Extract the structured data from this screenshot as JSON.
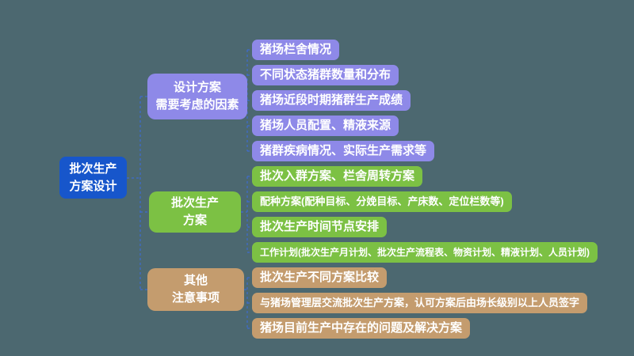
{
  "colors": {
    "background": "#4c6870",
    "connector": "#3e6bd0",
    "root": "#1756cb",
    "design_factors": "#8e89e8",
    "batch_plan": "#7cc144",
    "other_notes": "#c49c6e",
    "text": "#ffffff"
  },
  "root": {
    "label": "批次生产\n方案设计"
  },
  "branches": [
    {
      "label": "设计方案\n需要考虑的因素"
    },
    {
      "label": "批次生产\n方案"
    },
    {
      "label": "其他\n注意事项"
    }
  ],
  "leaves": [
    {
      "label": "猪场栏舍情况",
      "branch": "设计方案需要考虑的因素"
    },
    {
      "label": "不同状态猪群数量和分布",
      "branch": "设计方案需要考虑的因素"
    },
    {
      "label": "猪场近段时期猪群生产成绩",
      "branch": "设计方案需要考虑的因素"
    },
    {
      "label": "猪场人员配置、精液来源",
      "branch": "设计方案需要考虑的因素"
    },
    {
      "label": "猪群疾病情况、实际生产需求等",
      "branch": "设计方案需要考虑的因素"
    },
    {
      "label": "批次入群方案、栏舍周转方案",
      "branch": "批次生产方案"
    },
    {
      "label": "配种方案(配种目标、分娩目标、产床数、定位栏数等)",
      "branch": "批次生产方案"
    },
    {
      "label": "批次生产时间节点安排",
      "branch": "批次生产方案"
    },
    {
      "label": "工作计划(批次生产月计划、批次生产流程表、物资计划、精液计划、人员计划)",
      "branch": "批次生产方案"
    },
    {
      "label": "批次生产不同方案比较",
      "branch": "其他注意事项"
    },
    {
      "label": "与猪场管理层交流批次生产方案，认可方案后由场长级别以上人员签字",
      "branch": "其他注意事项"
    },
    {
      "label": "猪场目前生产中存在的问题及解决方案",
      "branch": "其他注意事项"
    }
  ]
}
